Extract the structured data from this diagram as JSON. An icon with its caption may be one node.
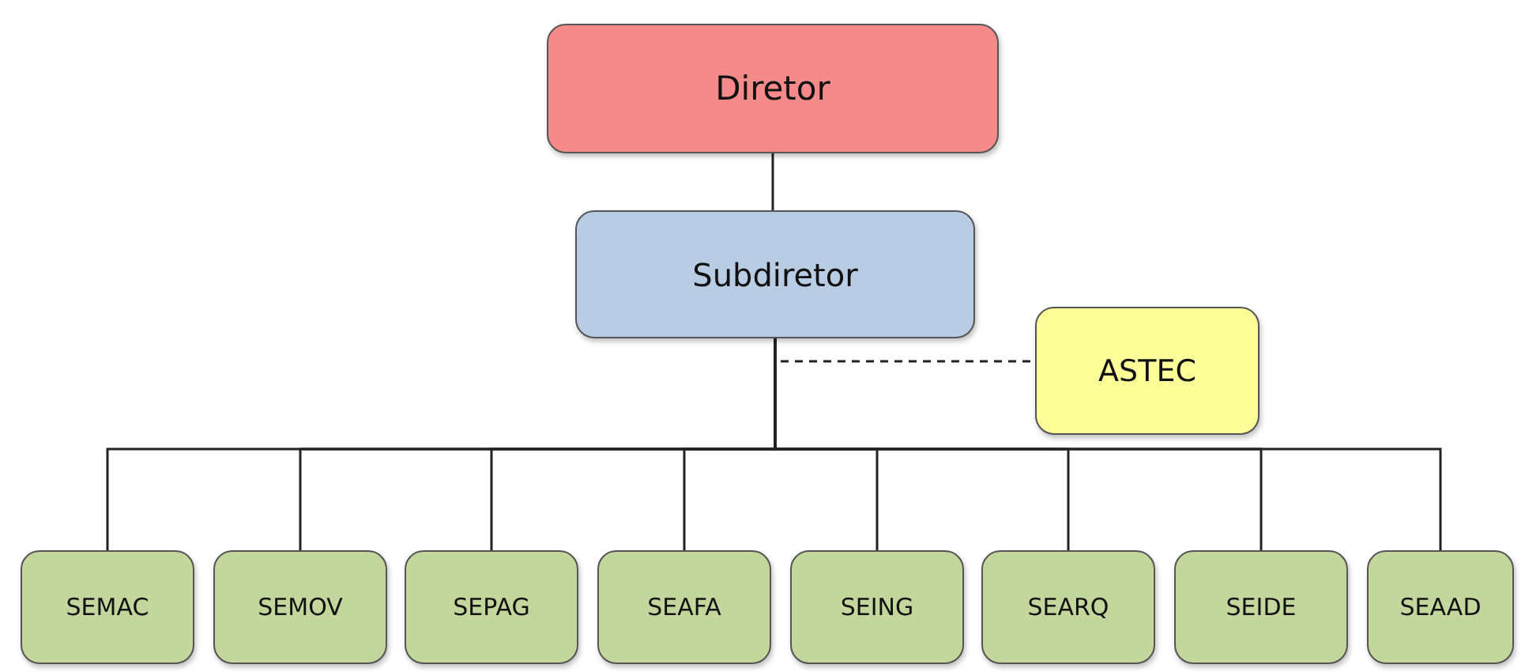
{
  "diagram": {
    "nodes": [
      {
        "text": [
          "Diretor"
        ]
      },
      {
        "text": [
          "Subdiretor"
        ]
      },
      {
        "text": [
          "ASTEC"
        ]
      },
      {
        "text": [
          "SEMAC"
        ]
      },
      {
        "text": [
          "SEMOV"
        ]
      },
      {
        "text": [
          "SEPAG"
        ]
      },
      {
        "text": [
          "SEAFA"
        ]
      },
      {
        "text": [
          "SEING"
        ]
      },
      {
        "text": [
          "SEARQ"
        ]
      },
      {
        "text": [
          "SEIDE"
        ]
      },
      {
        "text": [
          "SEAAD"
        ]
      }
    ],
    "edges": [
      {
        "from": 0,
        "to": 1,
        "arrow": "none"
      },
      {
        "from": 1,
        "to": 2,
        "arrow": "none",
        "style": "dashed"
      },
      {
        "from": 1,
        "to": 3,
        "arrow": "none"
      },
      {
        "from": 1,
        "to": 4,
        "arrow": "none"
      },
      {
        "from": 1,
        "to": 5,
        "arrow": "none"
      },
      {
        "from": 1,
        "to": 6,
        "arrow": "none"
      },
      {
        "from": 1,
        "to": 7,
        "arrow": "none"
      },
      {
        "from": 1,
        "to": 8,
        "arrow": "none"
      },
      {
        "from": 1,
        "to": 9,
        "arrow": "none"
      },
      {
        "from": 1,
        "to": 10,
        "arrow": "none"
      }
    ]
  }
}
